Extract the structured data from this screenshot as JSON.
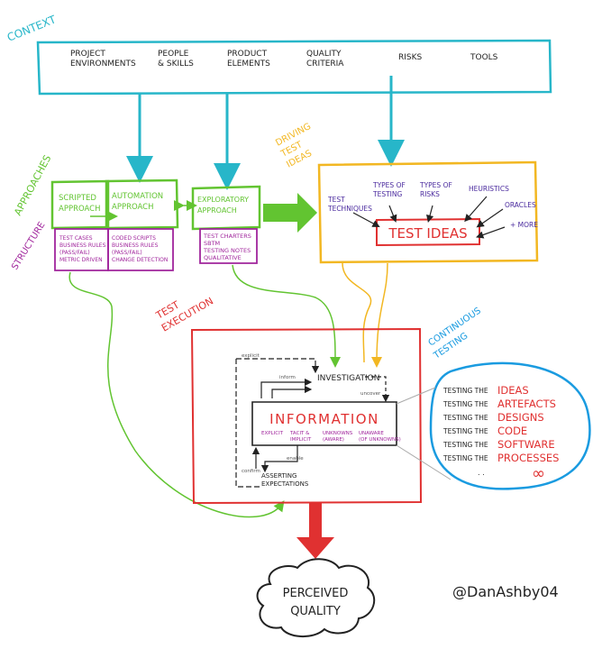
{
  "colors": {
    "context": "#27b6c9",
    "approaches": "#62c431",
    "structure": "#a0259c",
    "driving": "#f2b722",
    "execution": "#e03131",
    "continuous": "#1a9be0",
    "ink": "#222222"
  },
  "context": {
    "label": "CONTEXT",
    "items": [
      [
        "PROJECT",
        "ENVIRONMENTS"
      ],
      [
        "PEOPLE",
        "& SKILLS"
      ],
      [
        "PRODUCT",
        "ELEMENTS"
      ],
      [
        "QUALITY",
        "CRITERIA"
      ],
      [
        "RISKS"
      ],
      [
        "TOOLS"
      ]
    ]
  },
  "approaches": {
    "label": "APPROACHES",
    "scripted": [
      "SCRIPTED",
      "APPROACH"
    ],
    "automation": [
      "AUTOMATION",
      "APPROACH"
    ],
    "exploratory": [
      "EXPLORATORY",
      "APPROACH"
    ]
  },
  "structure": {
    "label": "STRUCTURE",
    "scripted_items": [
      "TEST CASES",
      "BUSINESS RULES",
      "(PASS/FAIL)",
      "METRIC DRIVEN"
    ],
    "automation_items": [
      "CODED SCRIPTS",
      "BUSINESS RULES",
      "(PASS/FAIL)",
      "CHANGE DETECTION"
    ],
    "exploratory_items": [
      "TEST CHARTERS",
      "SBTM",
      "TESTING NOTES",
      "QUALITATIVE"
    ]
  },
  "driving": {
    "label": [
      "DRIVING",
      "TEST",
      "IDEAS"
    ],
    "center": "TEST IDEAS",
    "inputs": [
      [
        "TEST",
        "TECHNIQUES"
      ],
      [
        "TYPES OF",
        "TESTING"
      ],
      [
        "TYPES OF",
        "RISKS"
      ],
      [
        "HEURISTICS"
      ],
      [
        "ORACLES"
      ],
      [
        "+ MORE"
      ]
    ]
  },
  "execution": {
    "label": [
      "TEST",
      "EXECUTION"
    ],
    "investigation": "INVESTIGATION",
    "information": "INFORMATION",
    "info_types": [
      [
        "EXPLICIT"
      ],
      [
        "TACIT &",
        "IMPLICIT"
      ],
      [
        "UNKNOWNS",
        "(AWARE)"
      ],
      [
        "UNAWARE",
        "(OF UNKNOWNS)"
      ]
    ],
    "asserting": [
      "ASSERTING",
      "EXPECTATIONS"
    ],
    "loop_labels": [
      "explicit",
      "inform",
      "uncover",
      "confirm",
      "enable"
    ]
  },
  "continuous": {
    "label": [
      "CONTINUOUS",
      "TESTING"
    ],
    "rows": [
      {
        "prefix": "TESTING THE",
        "item": "IDEAS"
      },
      {
        "prefix": "TESTING THE",
        "item": "ARTEFACTS"
      },
      {
        "prefix": "TESTING THE",
        "item": "DESIGNS"
      },
      {
        "prefix": "TESTING THE",
        "item": "CODE"
      },
      {
        "prefix": "TESTING THE",
        "item": "SOFTWARE"
      },
      {
        "prefix": "TESTING THE",
        "item": "PROCESSES"
      }
    ],
    "infinity": "∞"
  },
  "outcome": [
    "PERCEIVED",
    "QUALITY"
  ],
  "signature": "@DanAshby04"
}
